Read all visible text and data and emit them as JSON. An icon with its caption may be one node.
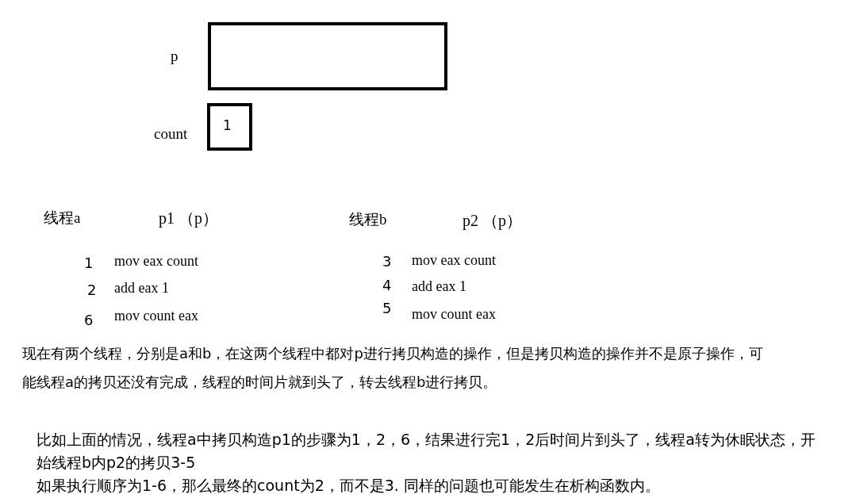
{
  "diagram": {
    "nodes": [
      {
        "text": [],
        "shape": "box",
        "beside": [
          "p"
        ]
      },
      {
        "text": [
          "1"
        ],
        "beside": [
          "count"
        ]
      }
    ],
    "labels": [
      "线程a",
      "p1 （p）",
      "线程b",
      "p2 （p）",
      "1",
      "mov eax count",
      "3",
      "mov eax count",
      "2",
      "add eax 1",
      "4",
      "add eax 1",
      "6",
      "mov count  eax",
      "5",
      "mov count  eax",
      "现在有两个线程，分别是a和b，在这两个线程中都对p进行拷贝构造的操作，但是拷贝构造的操作并不是原子操作，可能线程a的拷贝还没有完成，线程的时间片就到头了，转去线程b进行拷贝。",
      "比如上面的情况，线程a中拷贝构造p1的步骤为1，2，6，结果进行完1，2后时间片到头了，线程a转为休眠状态，开始线程b内p2的拷贝3-5",
      "如果执行顺序为1-6，那么最终的count为2，而不是3. 同样的问题也可能发生在析构函数内。"
    ]
  }
}
